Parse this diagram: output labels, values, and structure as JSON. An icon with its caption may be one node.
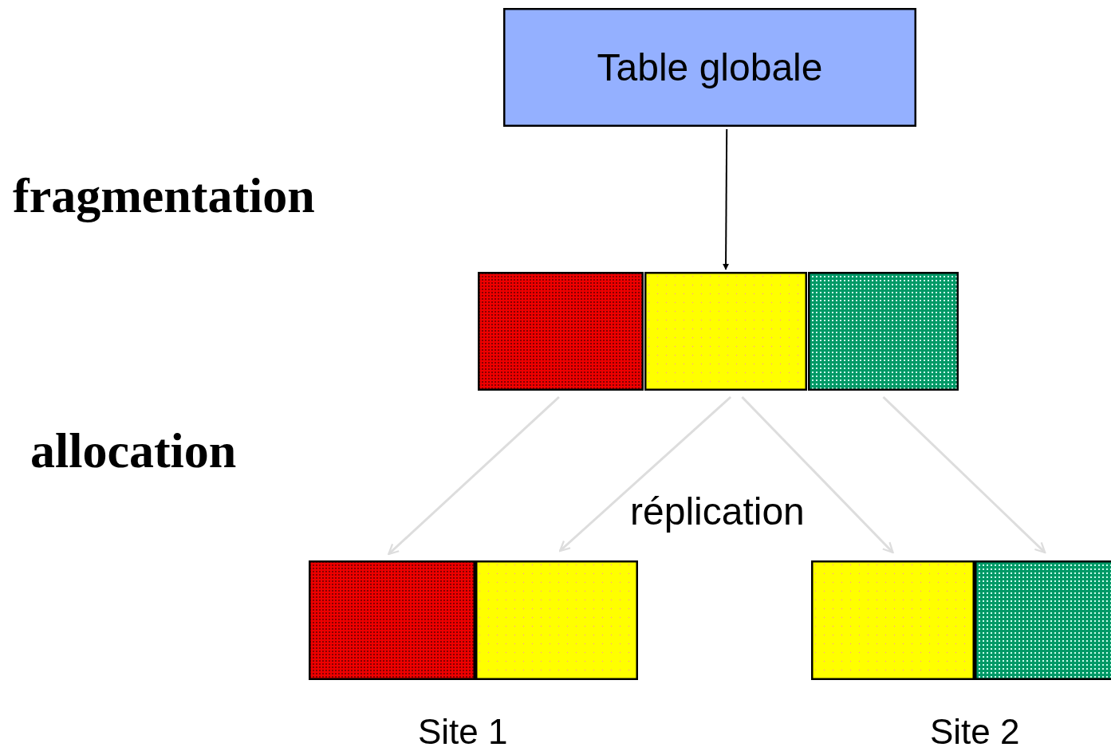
{
  "diagram": {
    "nodes": [
      {
        "text": [
          "Table globale"
        ]
      },
      {
        "text": [],
        "shape": "box"
      },
      {
        "text": [],
        "shape": "box"
      },
      {
        "text": [],
        "shape": "box"
      },
      {
        "text": [],
        "shape": "box"
      },
      {
        "text": [],
        "shape": "box"
      },
      {
        "text": [],
        "shape": "box"
      },
      {
        "text": [],
        "shape": "box"
      }
    ],
    "edges": [
      {
        "from": 0,
        "to": 2,
        "arrow": "to",
        "color": "#000000"
      },
      {
        "from": 1,
        "to": 4,
        "arrow": "to"
      },
      {
        "from": 2,
        "to": 5,
        "arrow": "to"
      },
      {
        "from": 2,
        "to": 6,
        "arrow": "to"
      },
      {
        "from": 3,
        "to": 7,
        "arrow": "to"
      }
    ],
    "labels": [
      "fragmentation",
      "allocation",
      "réplication",
      "Site 1",
      "Site 2"
    ]
  }
}
